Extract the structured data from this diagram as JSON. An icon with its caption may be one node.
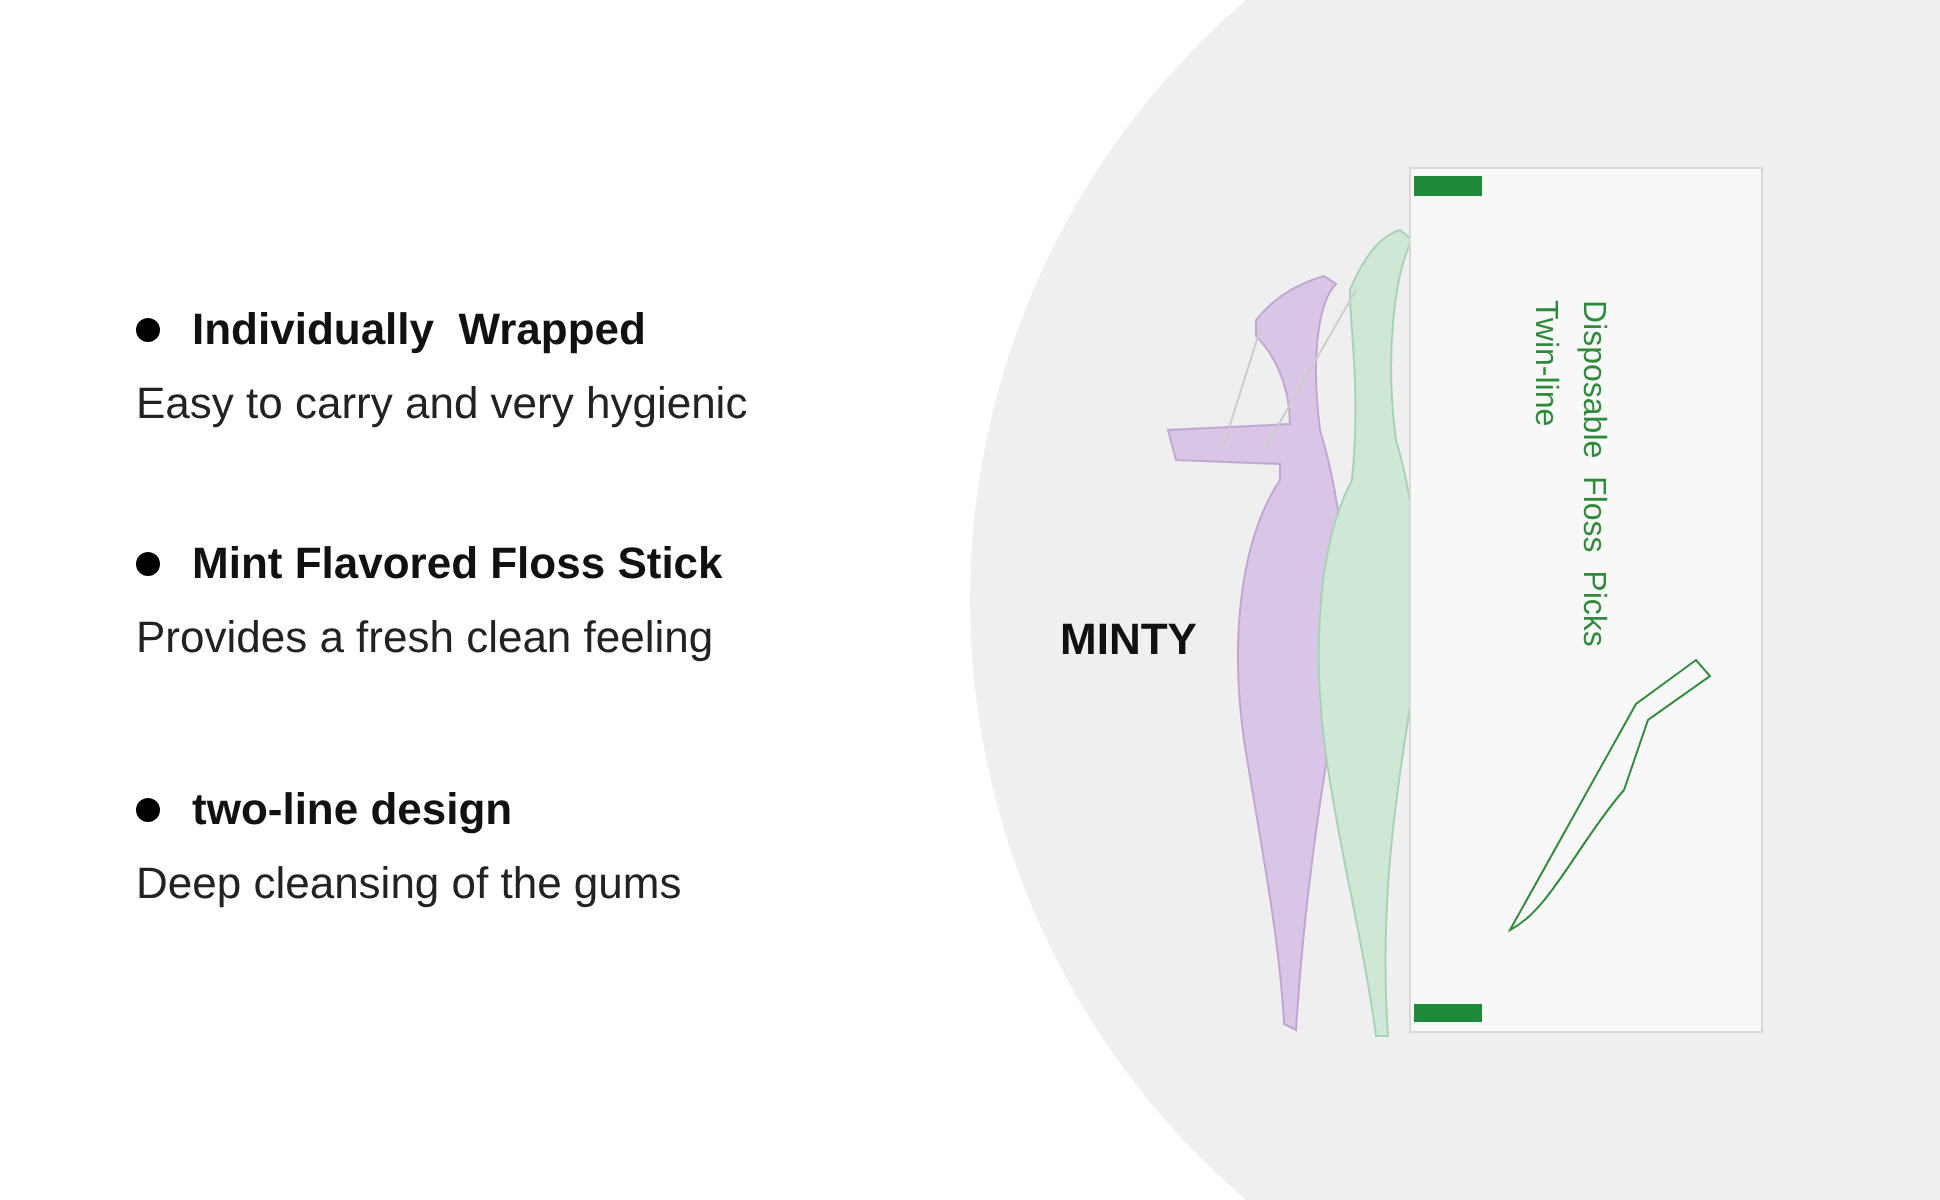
{
  "diagram": {
    "labels": [
      "Individually  Wrapped",
      "Easy to carry and very hygienic",
      "Mint Flavored Floss Stick",
      "Provides a fresh clean feeling",
      "two-line design",
      "Deep cleansing of the gums",
      "MINTY",
      "Disposable  Floss  Picks",
      "Twin-line"
    ]
  }
}
